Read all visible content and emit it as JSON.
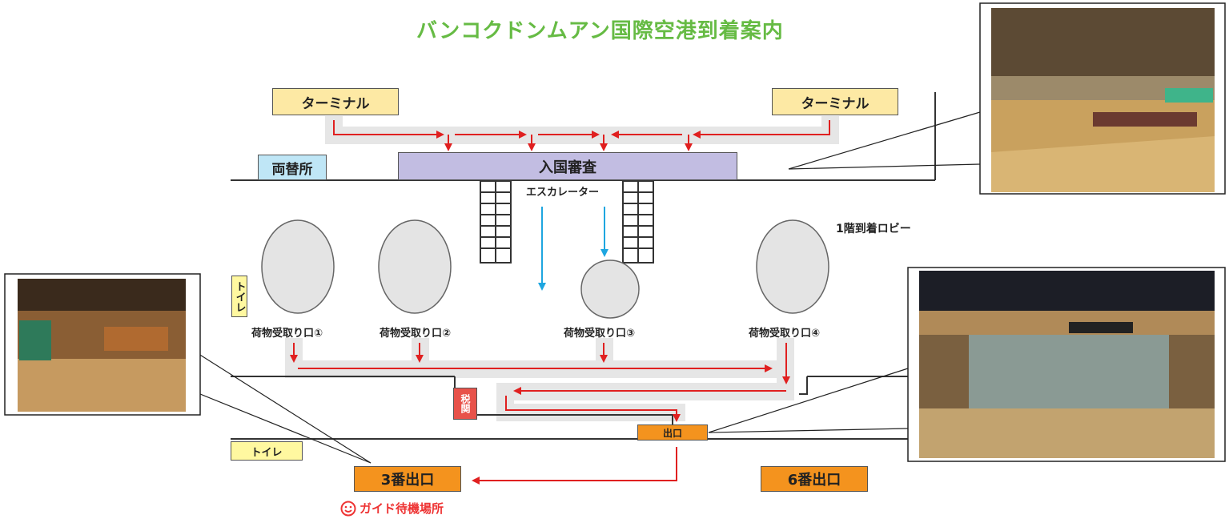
{
  "title": "バンコクドンムアン国際空港到着案内",
  "terminal_left": "ターミナル",
  "terminal_right": "ターミナル",
  "exchange": "両替所",
  "immigration": "入国審査",
  "escalator": "エスカレーター",
  "arrival_lobby": "1階到着ロビー",
  "toilet_vertical": "トイレ",
  "toilet_bottom": "トイレ",
  "baggage": [
    "荷物受取り口①",
    "荷物受取り口②",
    "荷物受取り口③",
    "荷物受取り口④"
  ],
  "customs": "税関",
  "exit": "出口",
  "exit3": "3番出口",
  "exit6": "6番出口",
  "guide": "ガイド待機場所",
  "colors": {
    "title": "#66bb44",
    "arrow_red": "#e02020",
    "arrow_blue": "#1ea6e0",
    "path_gray": "#e6e6e6",
    "terminal": "#fde9a4",
    "exchange": "#bfe6f6",
    "immigration": "#c2bde2",
    "exit": "#f4931e",
    "customs": "#e8524a",
    "toilet": "#fff8a0"
  },
  "icons": [
    "smiley-icon"
  ]
}
